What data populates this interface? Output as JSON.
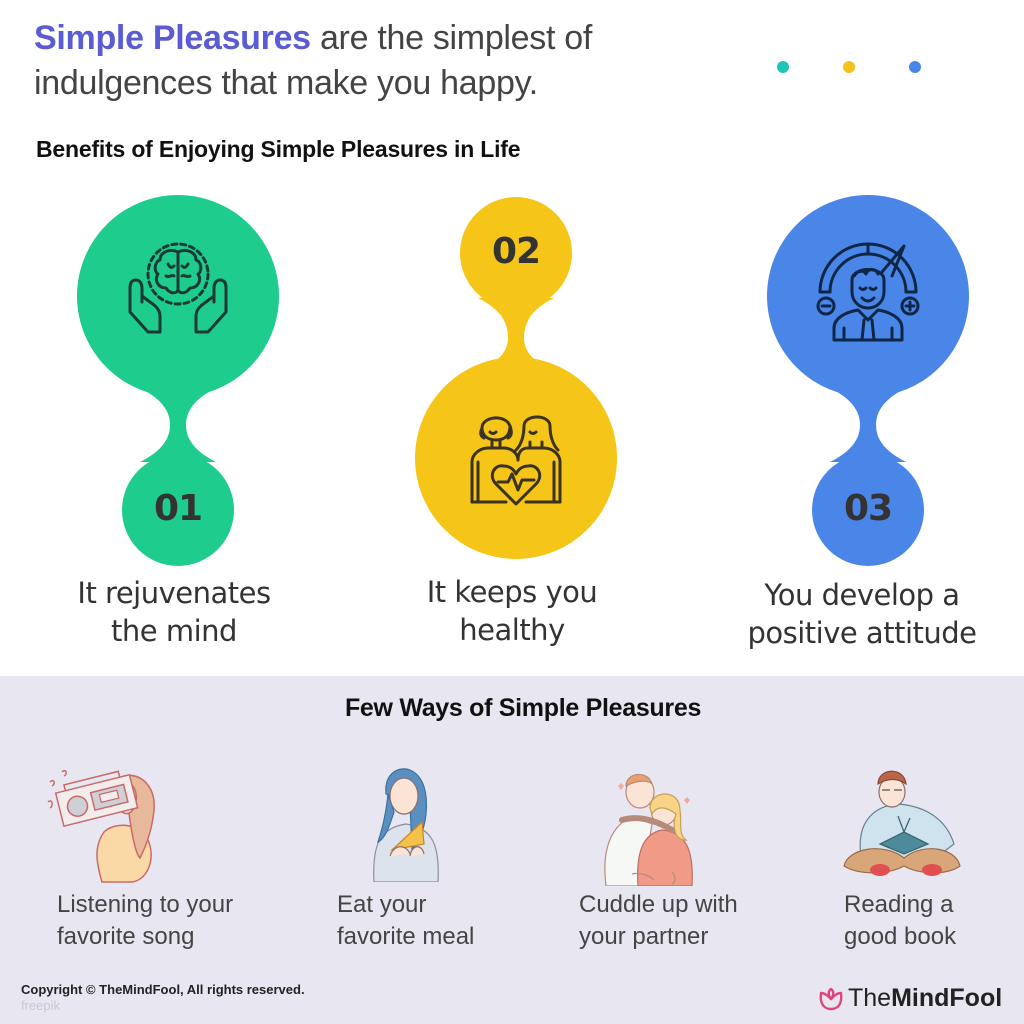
{
  "intro": {
    "highlight": "Simple Pleasures",
    "line1_rest": " are the simplest of",
    "line2": "indulgences that make you happy."
  },
  "decor_dots": [
    "#1EC6B6",
    "#F5C21B",
    "#4A86E8"
  ],
  "benefits_section": {
    "title": "Benefits of Enjoying Simple Pleasures in Life",
    "items": [
      {
        "number": "01",
        "icon": "brain-in-hands-icon",
        "color": "#1ECC8E",
        "label_line1": "It rejuvenates",
        "label_line2": "the mind"
      },
      {
        "number": "02",
        "icon": "couple-heart-icon",
        "color": "#F5C518",
        "label_line1": "It keeps you",
        "label_line2": "healthy"
      },
      {
        "number": "03",
        "icon": "positive-attitude-meter-icon",
        "color": "#4A86E8",
        "label_line1": "You develop a",
        "label_line2": "positive attitude"
      }
    ]
  },
  "ways_section": {
    "title": "Few Ways of Simple Pleasures",
    "items": [
      {
        "illustration": "woman-with-boombox-illustration",
        "label_line1": "Listening to your",
        "label_line2": "favorite song"
      },
      {
        "illustration": "woman-eating-pizza-illustration",
        "label_line1": "Eat your",
        "label_line2": "favorite meal"
      },
      {
        "illustration": "couple-cuddling-illustration",
        "label_line1": "Cuddle up with",
        "label_line2": "your partner"
      },
      {
        "illustration": "man-reading-book-illustration",
        "label_line1": "Reading a",
        "label_line2": "good book"
      }
    ]
  },
  "footer": {
    "copyright": "Copyright © TheMindFool, All rights reserved.",
    "credit": "freepik",
    "brand_prefix": "The",
    "brand_bold": "MindFool",
    "brand_color": "#E0457B"
  }
}
